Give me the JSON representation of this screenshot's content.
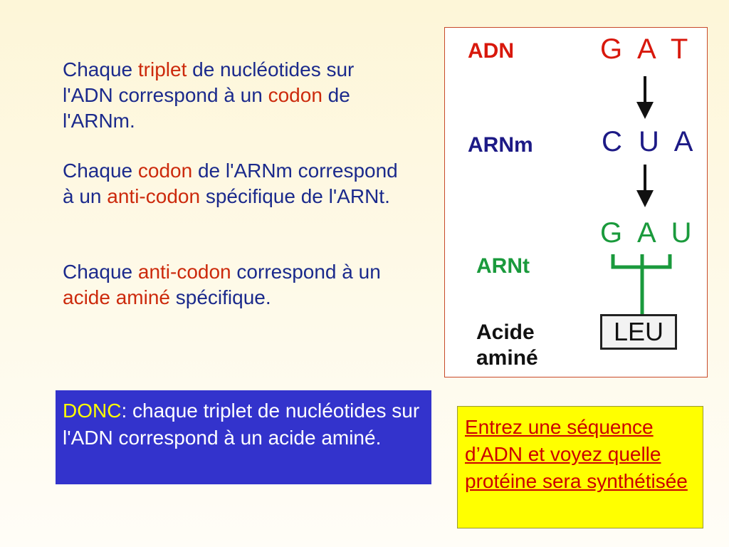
{
  "paragraphs": [
    {
      "segments": [
        {
          "text": "Chaque ",
          "highlight": false
        },
        {
          "text": "triplet",
          "highlight": true
        },
        {
          "text": " de nucléotides sur l'ADN correspond à un ",
          "highlight": false
        },
        {
          "text": "codon",
          "highlight": true
        },
        {
          "text": " de l'ARNm.",
          "highlight": false
        }
      ]
    },
    {
      "segments": [
        {
          "text": "Chaque ",
          "highlight": false
        },
        {
          "text": "codon",
          "highlight": true
        },
        {
          "text": " de l'ARNm correspond à un ",
          "highlight": false
        },
        {
          "text": "anti-codon",
          "highlight": true
        },
        {
          "text": " spécifique de l'ARNt.",
          "highlight": false
        }
      ]
    },
    {
      "segments": [
        {
          "text": "Chaque ",
          "highlight": false
        },
        {
          "text": "anti-codon",
          "highlight": true
        },
        {
          "text": " correspond à un ",
          "highlight": false
        },
        {
          "text": "acide aminé",
          "highlight": true
        },
        {
          "text": " spécifique.",
          "highlight": false
        }
      ]
    }
  ],
  "diagram": {
    "labels": {
      "adn": "ADN",
      "arnm": "ARNm",
      "arnt": "ARNt",
      "amino_line1": "Acide",
      "amino_line2": "aminé"
    },
    "sequences": {
      "adn": "G A T",
      "arnm": "C U A",
      "arnt": "G A U"
    },
    "amino_acid": "LEU",
    "colors": {
      "adn": "#d8180c",
      "arnm": "#1d1a86",
      "arnt": "#1a9a3c",
      "arrow": "#111111"
    }
  },
  "conclusion": {
    "keyword": "DONC",
    "text": ": chaque triplet de nucléotides sur l'ADN correspond à un acide aminé."
  },
  "link": {
    "text": "Entrez une séquence d’ADN et voyez quelle protéine sera synthétisée"
  },
  "colors": {
    "body_text": "#1b2a8c",
    "highlight": "#cc2a0c",
    "donc_bg": "#3333cc",
    "donc_keyword": "#ffff00",
    "link_bg": "#ffff00",
    "link_text": "#cc0000"
  }
}
